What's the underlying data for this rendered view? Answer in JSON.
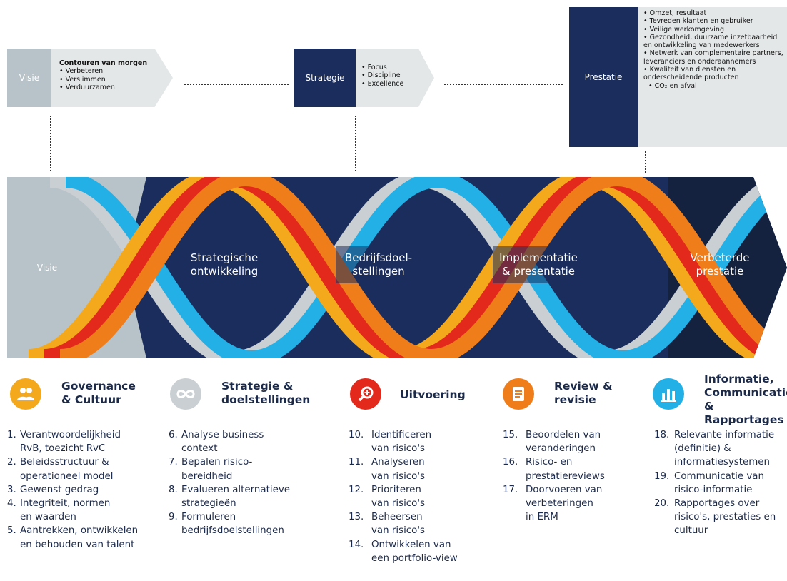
{
  "top": {
    "visie": {
      "tag": "Visie",
      "heading": "Contouren van morgen",
      "items": [
        "Verbeteren",
        "Verslimmen",
        "Verduurzamen"
      ]
    },
    "strategie": {
      "tag": "Strategie",
      "items": [
        "Focus",
        "Discipline",
        "Excellence"
      ]
    },
    "prestatie": {
      "tag": "Prestatie",
      "items": [
        "Omzet, resultaat",
        "Tevreden klanten en gebruiker",
        "Veilige werkomgeving",
        "Gezondheid, duurzame inzetbaarheid en ontwikkeling van medewerkers",
        "Netwerk van complementaire partners, leveranciers en onderaannemers",
        "Kwaliteit van diensten en onderscheidende producten",
        "CO₂ en afval"
      ]
    }
  },
  "band": {
    "visie": "Visie",
    "stages": [
      "Strategische\nontwikkeling",
      "Bedrijfsdoel-\nstellingen",
      "Implementatie\n& presentatie",
      "Verbeterde\nprestatie"
    ]
  },
  "colors": {
    "navy": "#1b2d5c",
    "dark_navy": "#14213f",
    "grey": "#b7c3c9",
    "yellow": "#f4a91d",
    "orange": "#ef7d1a",
    "red": "#e3291b",
    "sky": "#23b0e6",
    "silver": "#c9cfd2"
  },
  "sections": [
    {
      "icon": "people-icon",
      "color": "#f4a91d",
      "title": "Governance\n& Cultuur",
      "items": [
        {
          "n": "1.",
          "t": "Verantwoordelijkheid\nRvB, toezicht RvC"
        },
        {
          "n": "2.",
          "t": "Beleidsstructuur &\noperationeel model"
        },
        {
          "n": "3.",
          "t": "Gewenst gedrag"
        },
        {
          "n": "4.",
          "t": "Integriteit, normen\nen waarden"
        },
        {
          "n": "5.",
          "t": "Aantrekken, ontwikkelen\nen behouden van talent"
        }
      ]
    },
    {
      "icon": "infinity-icon",
      "color": "#c9cfd2",
      "title": "Strategie &\ndoelstellingen",
      "items": [
        {
          "n": "6.",
          "t": "Analyse business\ncontext"
        },
        {
          "n": "7.",
          "t": "Bepalen risico-\nbereidheid"
        },
        {
          "n": "8.",
          "t": "Evalueren alternatieve\nstrategieën"
        },
        {
          "n": "9.",
          "t": "Formuleren\nbedrijfsdoelstellingen"
        }
      ]
    },
    {
      "icon": "magnifier-plus-icon",
      "color": "#e3291b",
      "title": "Uitvoering",
      "items": [
        {
          "n": "10.",
          "t": "Identificeren\nvan risico's"
        },
        {
          "n": "11.",
          "t": "Analyseren\nvan risico's"
        },
        {
          "n": "12.",
          "t": "Prioriteren\nvan risico's"
        },
        {
          "n": "13.",
          "t": "Beheersen\nvan risico's"
        },
        {
          "n": "14.",
          "t": "Ontwikkelen van\neen portfolio-view"
        }
      ]
    },
    {
      "icon": "document-icon",
      "color": "#ef7d1a",
      "title": "Review &\nrevisie",
      "items": [
        {
          "n": "15.",
          "t": "Beoordelen van\nveranderingen"
        },
        {
          "n": "16.",
          "t": "Risico- en\nprestatiereviews"
        },
        {
          "n": "17.",
          "t": "Doorvoeren van\nverbeteringen\nin ERM"
        }
      ]
    },
    {
      "icon": "bar-chart-icon",
      "color": "#23b0e6",
      "title": "Informatie,\nCommunicatie\n& Rapportages",
      "items": [
        {
          "n": "18.",
          "t": "Relevante informatie\n(definitie) &\ninformatiesystemen"
        },
        {
          "n": "19.",
          "t": "Communicatie van\nrisico-informatie"
        },
        {
          "n": "20.",
          "t": "Rapportages over\nrisico's, prestaties en\ncultuur"
        }
      ]
    }
  ]
}
